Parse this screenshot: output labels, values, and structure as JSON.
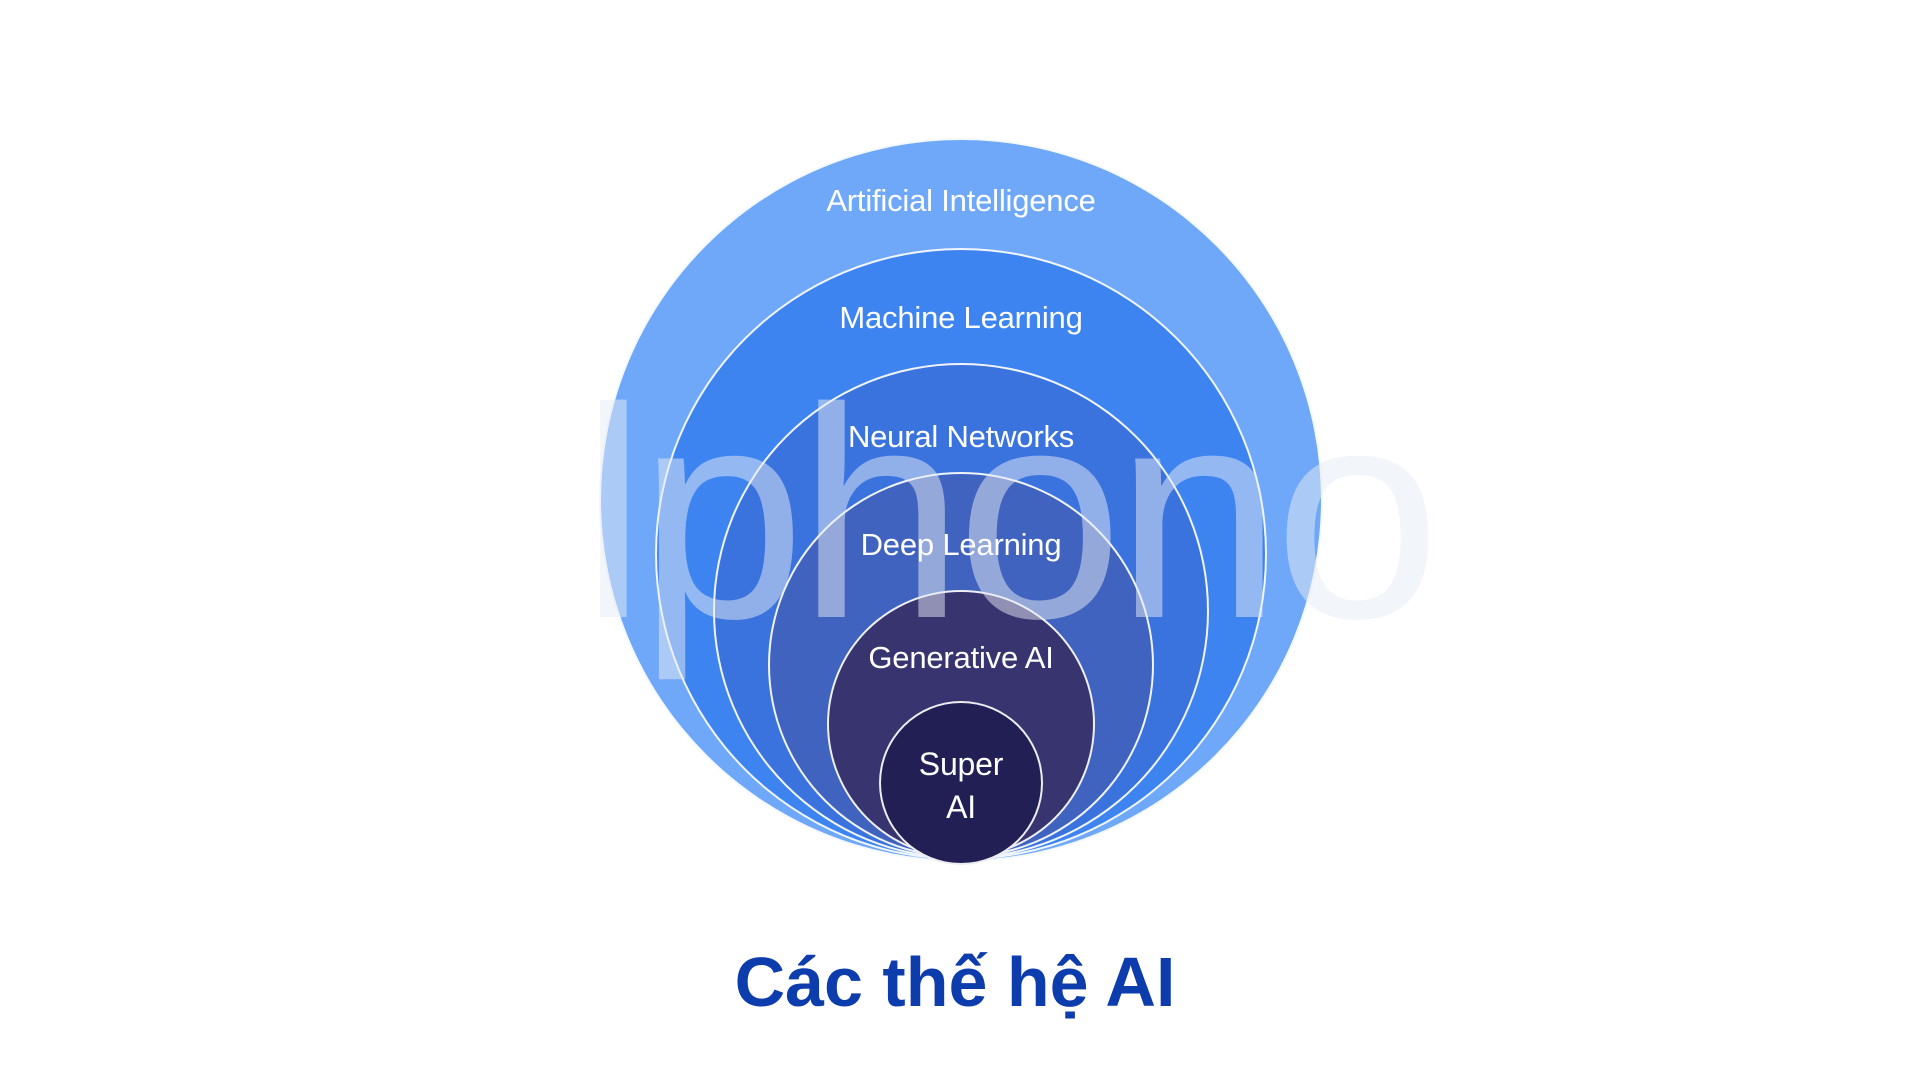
{
  "title": {
    "text": "Các thế hệ AI",
    "color": "#0d3cac"
  },
  "watermark": {
    "text": "lphono",
    "color": "#e7ecf5"
  },
  "diagram": {
    "type": "nested-circles",
    "description_order": "outermost-to-innermost",
    "border_color": "rgba(255,255,255,0.92)",
    "label_color": "#ffffff",
    "circles": [
      {
        "label": "Artificial Intelligence",
        "color": "#6FA8F8"
      },
      {
        "label": "Machine Learning",
        "color": "#3E84F0"
      },
      {
        "label": "Neural Networks",
        "color": "#3B73DE"
      },
      {
        "label": "Deep Learning",
        "color": "#4063C0"
      },
      {
        "label": "Generative AI",
        "color": "#373470"
      },
      {
        "label": "Super AI",
        "line1": "Super",
        "line2": "AI",
        "color": "#221F55"
      }
    ]
  }
}
